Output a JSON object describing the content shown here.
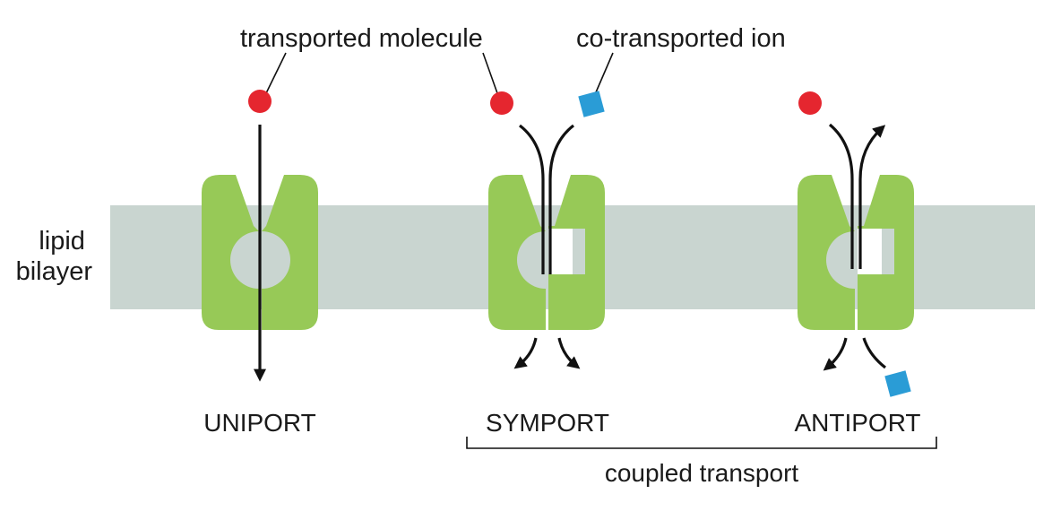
{
  "labels": {
    "transported_molecule": "transported molecule",
    "co_transported_ion": "co-transported ion",
    "lipid_bilayer_line1": "lipid",
    "lipid_bilayer_line2": "bilayer",
    "uniport": "UNIPORT",
    "symport": "SYMPORT",
    "antiport": "ANTIPORT",
    "coupled_transport": "coupled transport"
  },
  "colors": {
    "membrane": "#c9d5d0",
    "carrier_protein": "#97c957",
    "transported_molecule": "#e5262f",
    "co_transported_ion": "#2a9cd6",
    "line": "#111111"
  }
}
